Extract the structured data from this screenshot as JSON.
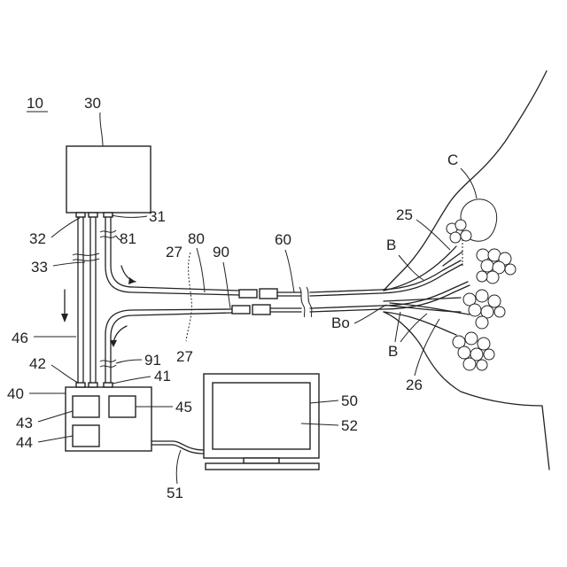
{
  "labels": {
    "system": "10",
    "unit_30": "30",
    "port_31": "31",
    "port_32": "32",
    "tube_33": "33",
    "line_80": "80",
    "line_81": "81",
    "marker_27a": "27",
    "marker_27b": "27",
    "line_90": "90",
    "line_91": "91",
    "sheath_60": "60",
    "arrow_46": "46",
    "port_42": "42",
    "port_41": "41",
    "unit_40": "40",
    "sub_43": "43",
    "sub_44": "44",
    "sub_45": "45",
    "monitor_50": "50",
    "screen_52": "52",
    "cable_51": "51",
    "region_C": "C",
    "probe_25": "25",
    "probe_26": "26",
    "branch_B_top": "B",
    "branch_B_bottom": "B",
    "bronchus_Bo": "Bo"
  }
}
